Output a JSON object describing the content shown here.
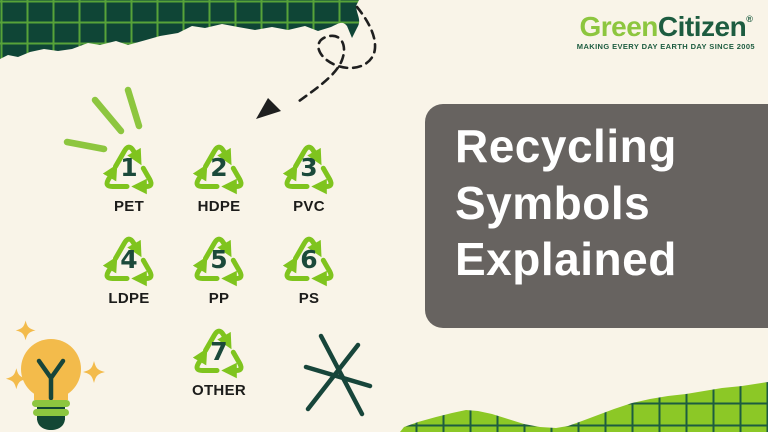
{
  "logo": {
    "brand_first": "Green",
    "brand_second": "Citizen",
    "registered_mark": "®",
    "tagline": "MAKING EVERY DAY EARTH DAY SINCE 2005",
    "color_green": "#8dc63f",
    "color_dark": "#1d5c40"
  },
  "title_panel": {
    "lines": [
      "Recycling",
      "Symbols",
      "Explained"
    ],
    "background": "#676360",
    "text_color": "#ffffff"
  },
  "symbols": {
    "arrow_color": "#7fc41e",
    "number_color": "#1b4a3a",
    "label_color": "#1c1c1a",
    "items": [
      {
        "number": "1",
        "label": "PET"
      },
      {
        "number": "2",
        "label": "HDPE"
      },
      {
        "number": "3",
        "label": "PVC"
      },
      {
        "number": "4",
        "label": "LDPE"
      },
      {
        "number": "5",
        "label": "PP"
      },
      {
        "number": "6",
        "label": "PS"
      },
      {
        "number": "7",
        "label": "OTHER"
      }
    ]
  },
  "decorations": {
    "background_color": "#f9f4e8",
    "torn_paper_top": {
      "fill": "#0f4536",
      "grid_line": "#57a339"
    },
    "torn_paper_bottom": {
      "fill": "#8cc826",
      "grid_line": "#1d5c40"
    },
    "dashed_arrow_color": "#1f1f1f",
    "sparkle_lines_color": "#8dc63f",
    "asterisk_color": "#17453a",
    "lightbulb": {
      "bulb": "#f3bb4b",
      "base_green": "#8dc63f",
      "base_dark": "#134734",
      "filament": "#17453a"
    }
  }
}
